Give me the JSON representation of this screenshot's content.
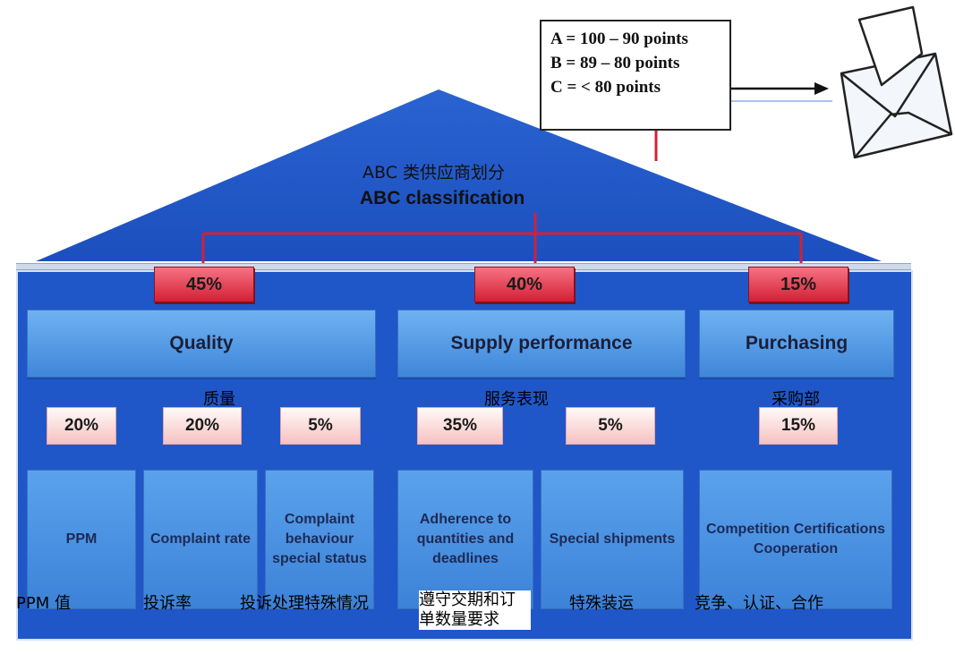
{
  "title": {
    "cn": "ABC 类供应商划分",
    "en": "ABC classification"
  },
  "legend": [
    "A = 100 – 90 points",
    "B = 89 – 80 points",
    "C = < 80 points"
  ],
  "categories": [
    {
      "percent": "45%",
      "label": "Quality",
      "cn": "质量"
    },
    {
      "percent": "40%",
      "label": "Supply performance",
      "cn": "服务表现"
    },
    {
      "percent": "15%",
      "label": "Purchasing",
      "cn": "采购部"
    }
  ],
  "criteria": [
    {
      "percent": "20%",
      "label": "PPM",
      "cn": "PPM 值"
    },
    {
      "percent": "20%",
      "label": "Complaint rate",
      "cn": "投诉率"
    },
    {
      "percent": "5%",
      "label": "Complaint behaviour special status",
      "cn": "投诉处理特殊情况"
    },
    {
      "percent": "35%",
      "label": "Adherence to quantities and deadlines",
      "cn": "遵守交期和订单数量要求"
    },
    {
      "percent": "5%",
      "label": "Special shipments",
      "cn": "特殊装运"
    },
    {
      "percent": "15%",
      "label": "Competition Certifications Cooperation",
      "cn": "竞争、认证、合作"
    }
  ],
  "colors": {
    "roof": "#1f57c8",
    "connector": "#d0213a",
    "main_badge": "#d41f34",
    "box": "#4a93e4"
  },
  "icons": {
    "arrow": "right-arrow-icon",
    "envelope": "open-envelope-icon"
  }
}
